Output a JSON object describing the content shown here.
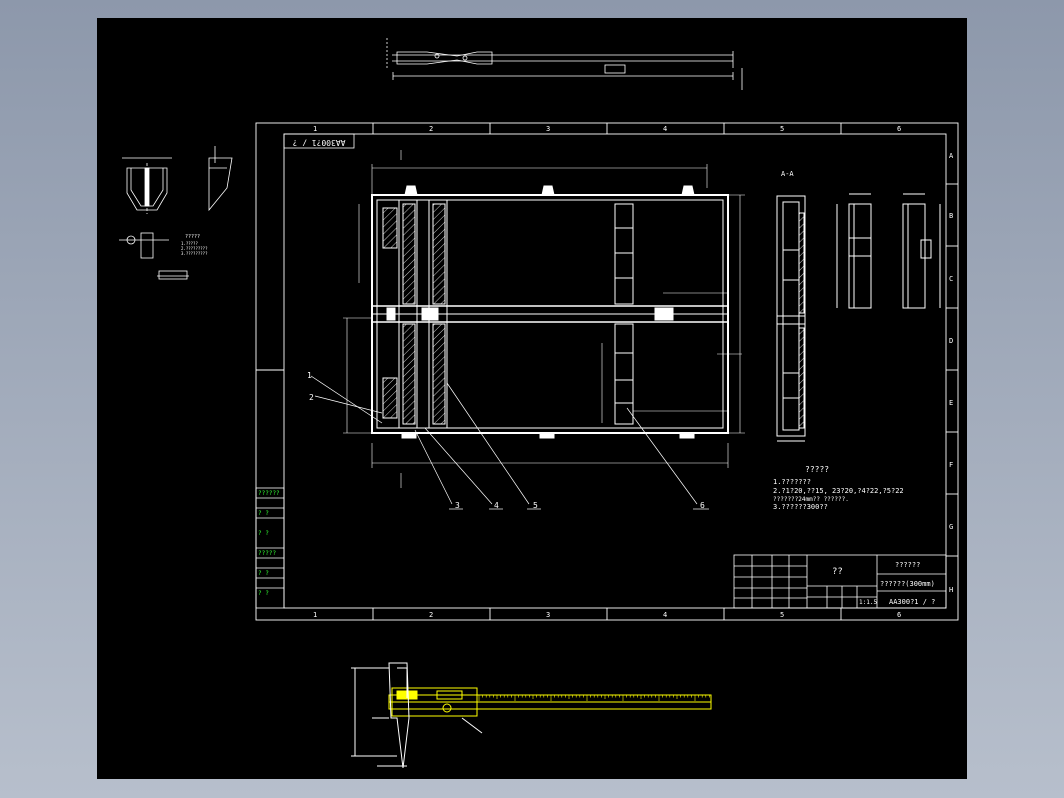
{
  "drawing": {
    "title_rotated": "AA300?1 / ?",
    "col_numbers": [
      "1",
      "2",
      "3",
      "4",
      "5",
      "6"
    ],
    "row_letters": [
      "A",
      "B",
      "C",
      "D",
      "E",
      "F",
      "G",
      "H"
    ],
    "callouts": [
      "1",
      "2",
      "3",
      "4",
      "5",
      "6"
    ],
    "section_label": "A-A",
    "notes_title": "?????",
    "notes": [
      "1.???????",
      "2.?1?20,??15, 23?20,?4?22,?5?22",
      "   ???????24mm?? ??????.",
      "3.??????300??"
    ],
    "title_block": {
      "center": "??",
      "name": "??????",
      "spec": "??????(300mm)",
      "drawing_no": "AA300?1 / ?",
      "scale": "1:1.5"
    },
    "left_rev_labels": [
      "??????",
      "? ?",
      "? ?",
      "?????",
      "? ?",
      "? ?"
    ],
    "detail_notes": [
      "?????",
      "1.?????",
      "2.?????????",
      "3.?????????"
    ]
  }
}
